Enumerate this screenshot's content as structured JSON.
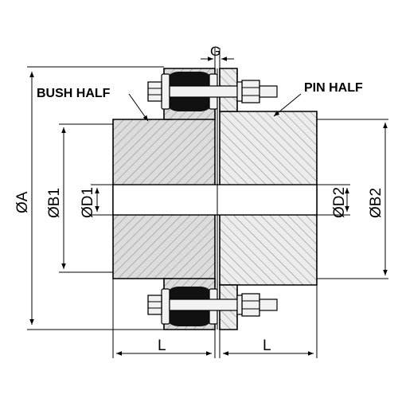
{
  "labels": {
    "bush_half": "BUSH HALF",
    "pin_half": "PIN HALF",
    "gap": "G",
    "dia_a": "ØA",
    "dia_b1": "ØB1",
    "dia_d1": "ØD1",
    "dia_d2": "ØD2",
    "dia_b2": "ØB2",
    "length_left": "L",
    "length_right": "L"
  },
  "colors": {
    "hub_fill": "#d9d9d9",
    "hatch": "#7a7a7a",
    "bush_rubber": "#111111",
    "hardware": "#f2f2f2",
    "line": "#000000"
  }
}
